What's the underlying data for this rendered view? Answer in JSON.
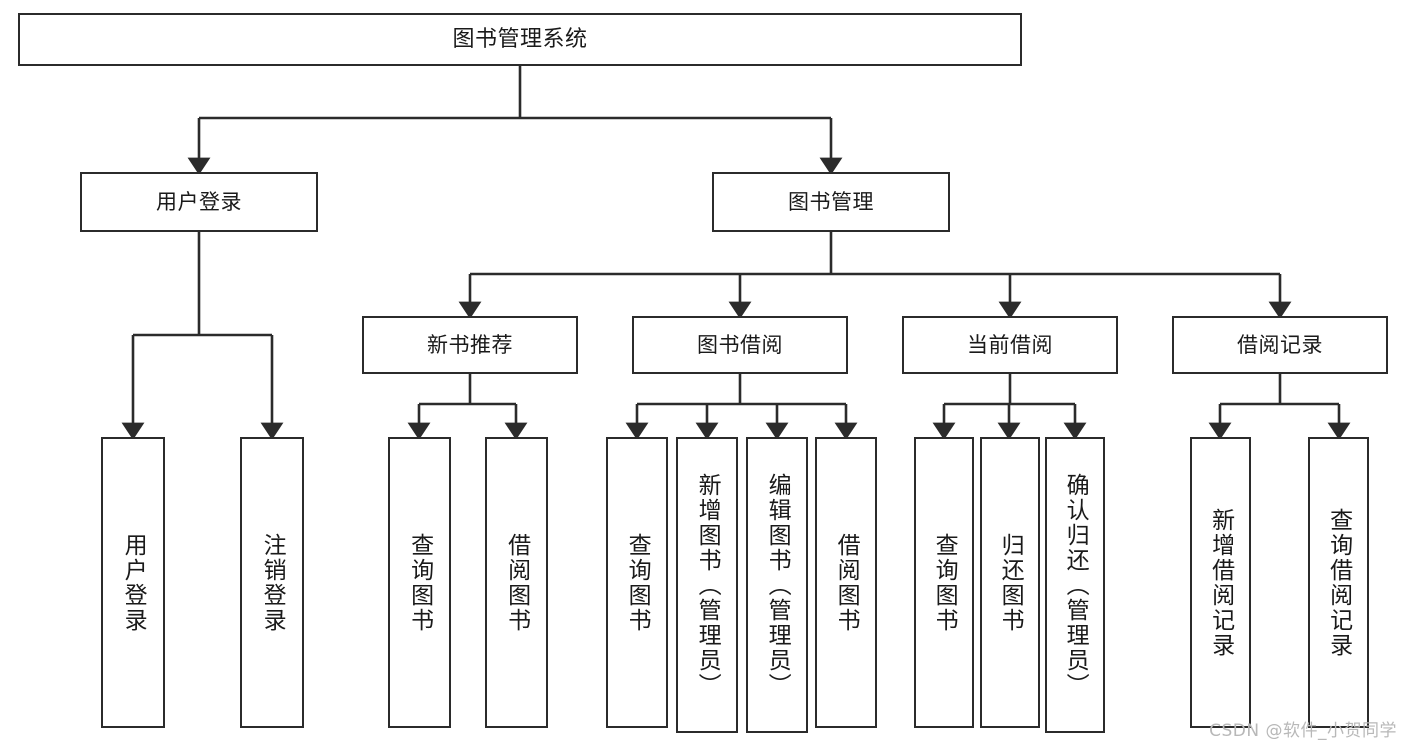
{
  "diagram": {
    "title_node": {
      "label": "图书管理系统"
    },
    "level2": [
      {
        "label": "用户登录"
      },
      {
        "label": "图书管理"
      }
    ],
    "level3": [
      {
        "label": "新书推荐"
      },
      {
        "label": "图书借阅"
      },
      {
        "label": "当前借阅"
      },
      {
        "label": "借阅记录"
      }
    ],
    "leaves": {
      "user_login": [
        {
          "label": "用户登录"
        },
        {
          "label": "注销登录"
        }
      ],
      "new_book_rec": [
        {
          "label": "查询图书"
        },
        {
          "label": "借阅图书"
        }
      ],
      "book_borrow": [
        {
          "label": "查询图书"
        },
        {
          "label": "新增图书（管理员）"
        },
        {
          "label": "编辑图书（管理员）"
        },
        {
          "label": "借阅图书"
        }
      ],
      "current_borrow": [
        {
          "label": "查询图书"
        },
        {
          "label": "归还图书"
        },
        {
          "label": "确认归还（管理员）"
        }
      ],
      "borrow_record": [
        {
          "label": "新增借阅记录"
        },
        {
          "label": "查询借阅记录"
        }
      ]
    }
  },
  "watermark": {
    "text": "CSDN @软件_小贺同学"
  },
  "colors": {
    "stroke": "#2b2b2b",
    "background": "#ffffff",
    "text": "#1a1a1a",
    "watermark": "#b8b8b8"
  }
}
